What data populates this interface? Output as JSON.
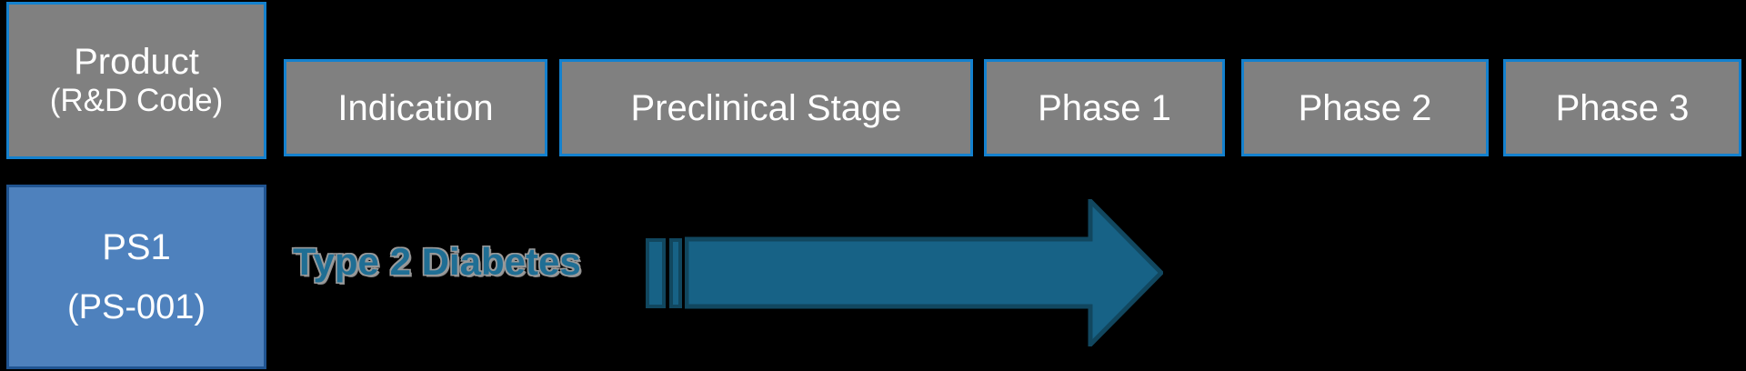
{
  "background_color": "#000000",
  "theme": {
    "header_fill": "#808080",
    "header_border": "#1481CE",
    "product_fill": "#4E81BD",
    "product_border": "#205491",
    "arrow_fill": "#176286",
    "arrow_border": "#11475F",
    "indication_text_color": "#1F6E94",
    "indication_outline_color": "#9A9A9A",
    "header_text_color": "#FFFFFF"
  },
  "header": {
    "product": {
      "line1": "Product",
      "line2": "(R&D Code)"
    },
    "columns": [
      {
        "label": "Indication"
      },
      {
        "label": "Preclinical Stage"
      },
      {
        "label": "Phase 1"
      },
      {
        "label": "Phase 2"
      },
      {
        "label": "Phase 3"
      }
    ]
  },
  "rows": [
    {
      "product": {
        "name": "PS1",
        "code": "(PS-001)"
      },
      "indication": "Type 2 Diabetes",
      "progress": {
        "stage_reached": "Phase 1",
        "tick_segments": 2,
        "arrow_direction": "right"
      }
    }
  ]
}
